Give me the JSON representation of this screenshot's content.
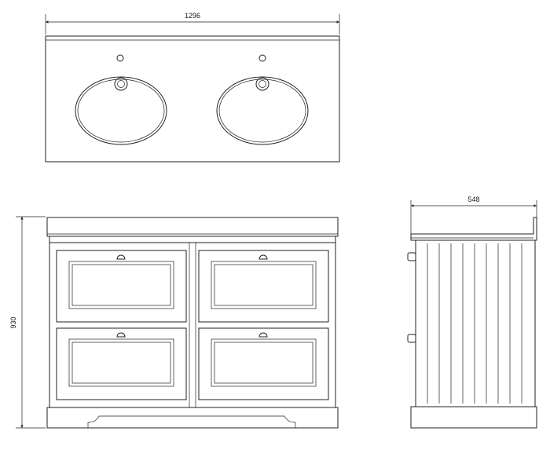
{
  "dimensions": {
    "width": "1296",
    "height": "930",
    "depth": "548"
  },
  "colors": {
    "line": "#222222",
    "background": "#ffffff"
  }
}
